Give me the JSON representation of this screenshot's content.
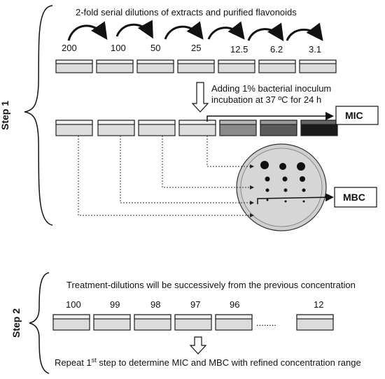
{
  "step1": {
    "label": "Step 1",
    "title": "2-fold serial dilutions of extracts and purified flavonoids",
    "concentrations": [
      "200",
      "100",
      "50",
      "25",
      "12.5",
      "6.2",
      "3.1"
    ],
    "incubation_line1": "Adding 1% bacterial inoculum",
    "incubation_line2": "incubation at 37 ºC for 24 h",
    "mic_label": "MIC",
    "mbc_label": "MBC"
  },
  "step2": {
    "label": "Step 2",
    "title": "Treatment-dilutions will be successively from the previous concentration",
    "concentrations": [
      "100",
      "99",
      "98",
      "97",
      "96",
      "12"
    ],
    "ellipsis": "........",
    "repeat_pre": "Repeat 1",
    "repeat_sup": "st",
    "repeat_post": " step to determine MIC and MBC with refined concentration range"
  },
  "colors": {
    "dish_fill": "#d9d9d9",
    "dish_top": "#ececec",
    "turbid_1": "#8a8a8a",
    "turbid_2": "#5a5a5a",
    "turbid_3": "#1a1a1a",
    "agar_plate": "#cfcfcf"
  }
}
